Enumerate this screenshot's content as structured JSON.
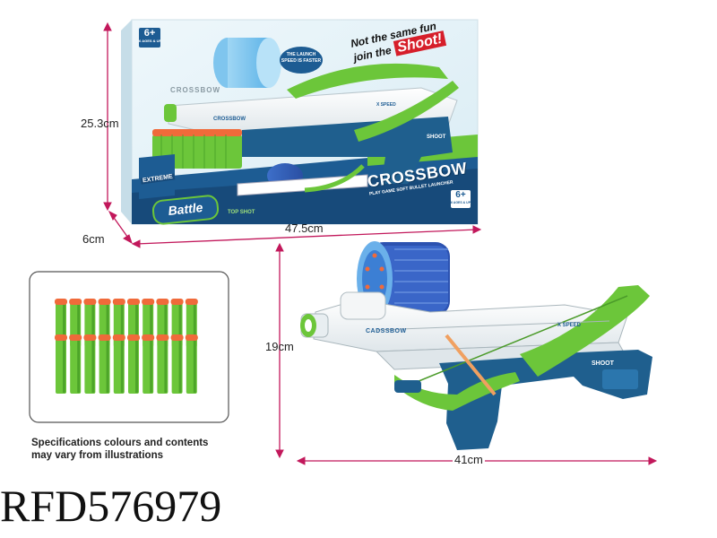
{
  "package": {
    "age_badge": "6+",
    "age_badge_sub": "6 AGES & UP",
    "speed_badge": "THE LAUNCH SPEED IS FASTER",
    "slogan_line1": "Not the same fun",
    "slogan_line2": "join the",
    "slogan_shoot": "Shoot!",
    "side_label": "CROSSBOW",
    "side_label_barrel": "CROSSBOW",
    "product_name": "CROSSBOW",
    "product_sub": "PLAY GAME SOFT BULLET LAUNCHER",
    "age_badge_2": "6+",
    "age_badge_2_sub": "6 AGES & UP",
    "brand": "Battle",
    "brand_tag": "TOP SHOT",
    "extreme": "EXTREME",
    "shoot_label": "SHOOT",
    "xspeed": "X SPEED"
  },
  "dimensions": {
    "box_height": "25.3cm",
    "box_depth": "6cm",
    "box_width": "47.5cm",
    "toy_height": "19cm",
    "toy_width": "41cm"
  },
  "toy": {
    "body_label": "CADSSBOW",
    "xspeed": "X SPEED",
    "shoot": "SHOOT"
  },
  "disclaimer": {
    "line1": "Specifications colours and contents",
    "line2": "may vary from illustrations"
  },
  "sku": "RFD576979",
  "colors": {
    "green": "#6cc63a",
    "blue": "#1f5f8e",
    "dart_tip": "#f06a3a",
    "dim_line": "#c2185b"
  }
}
